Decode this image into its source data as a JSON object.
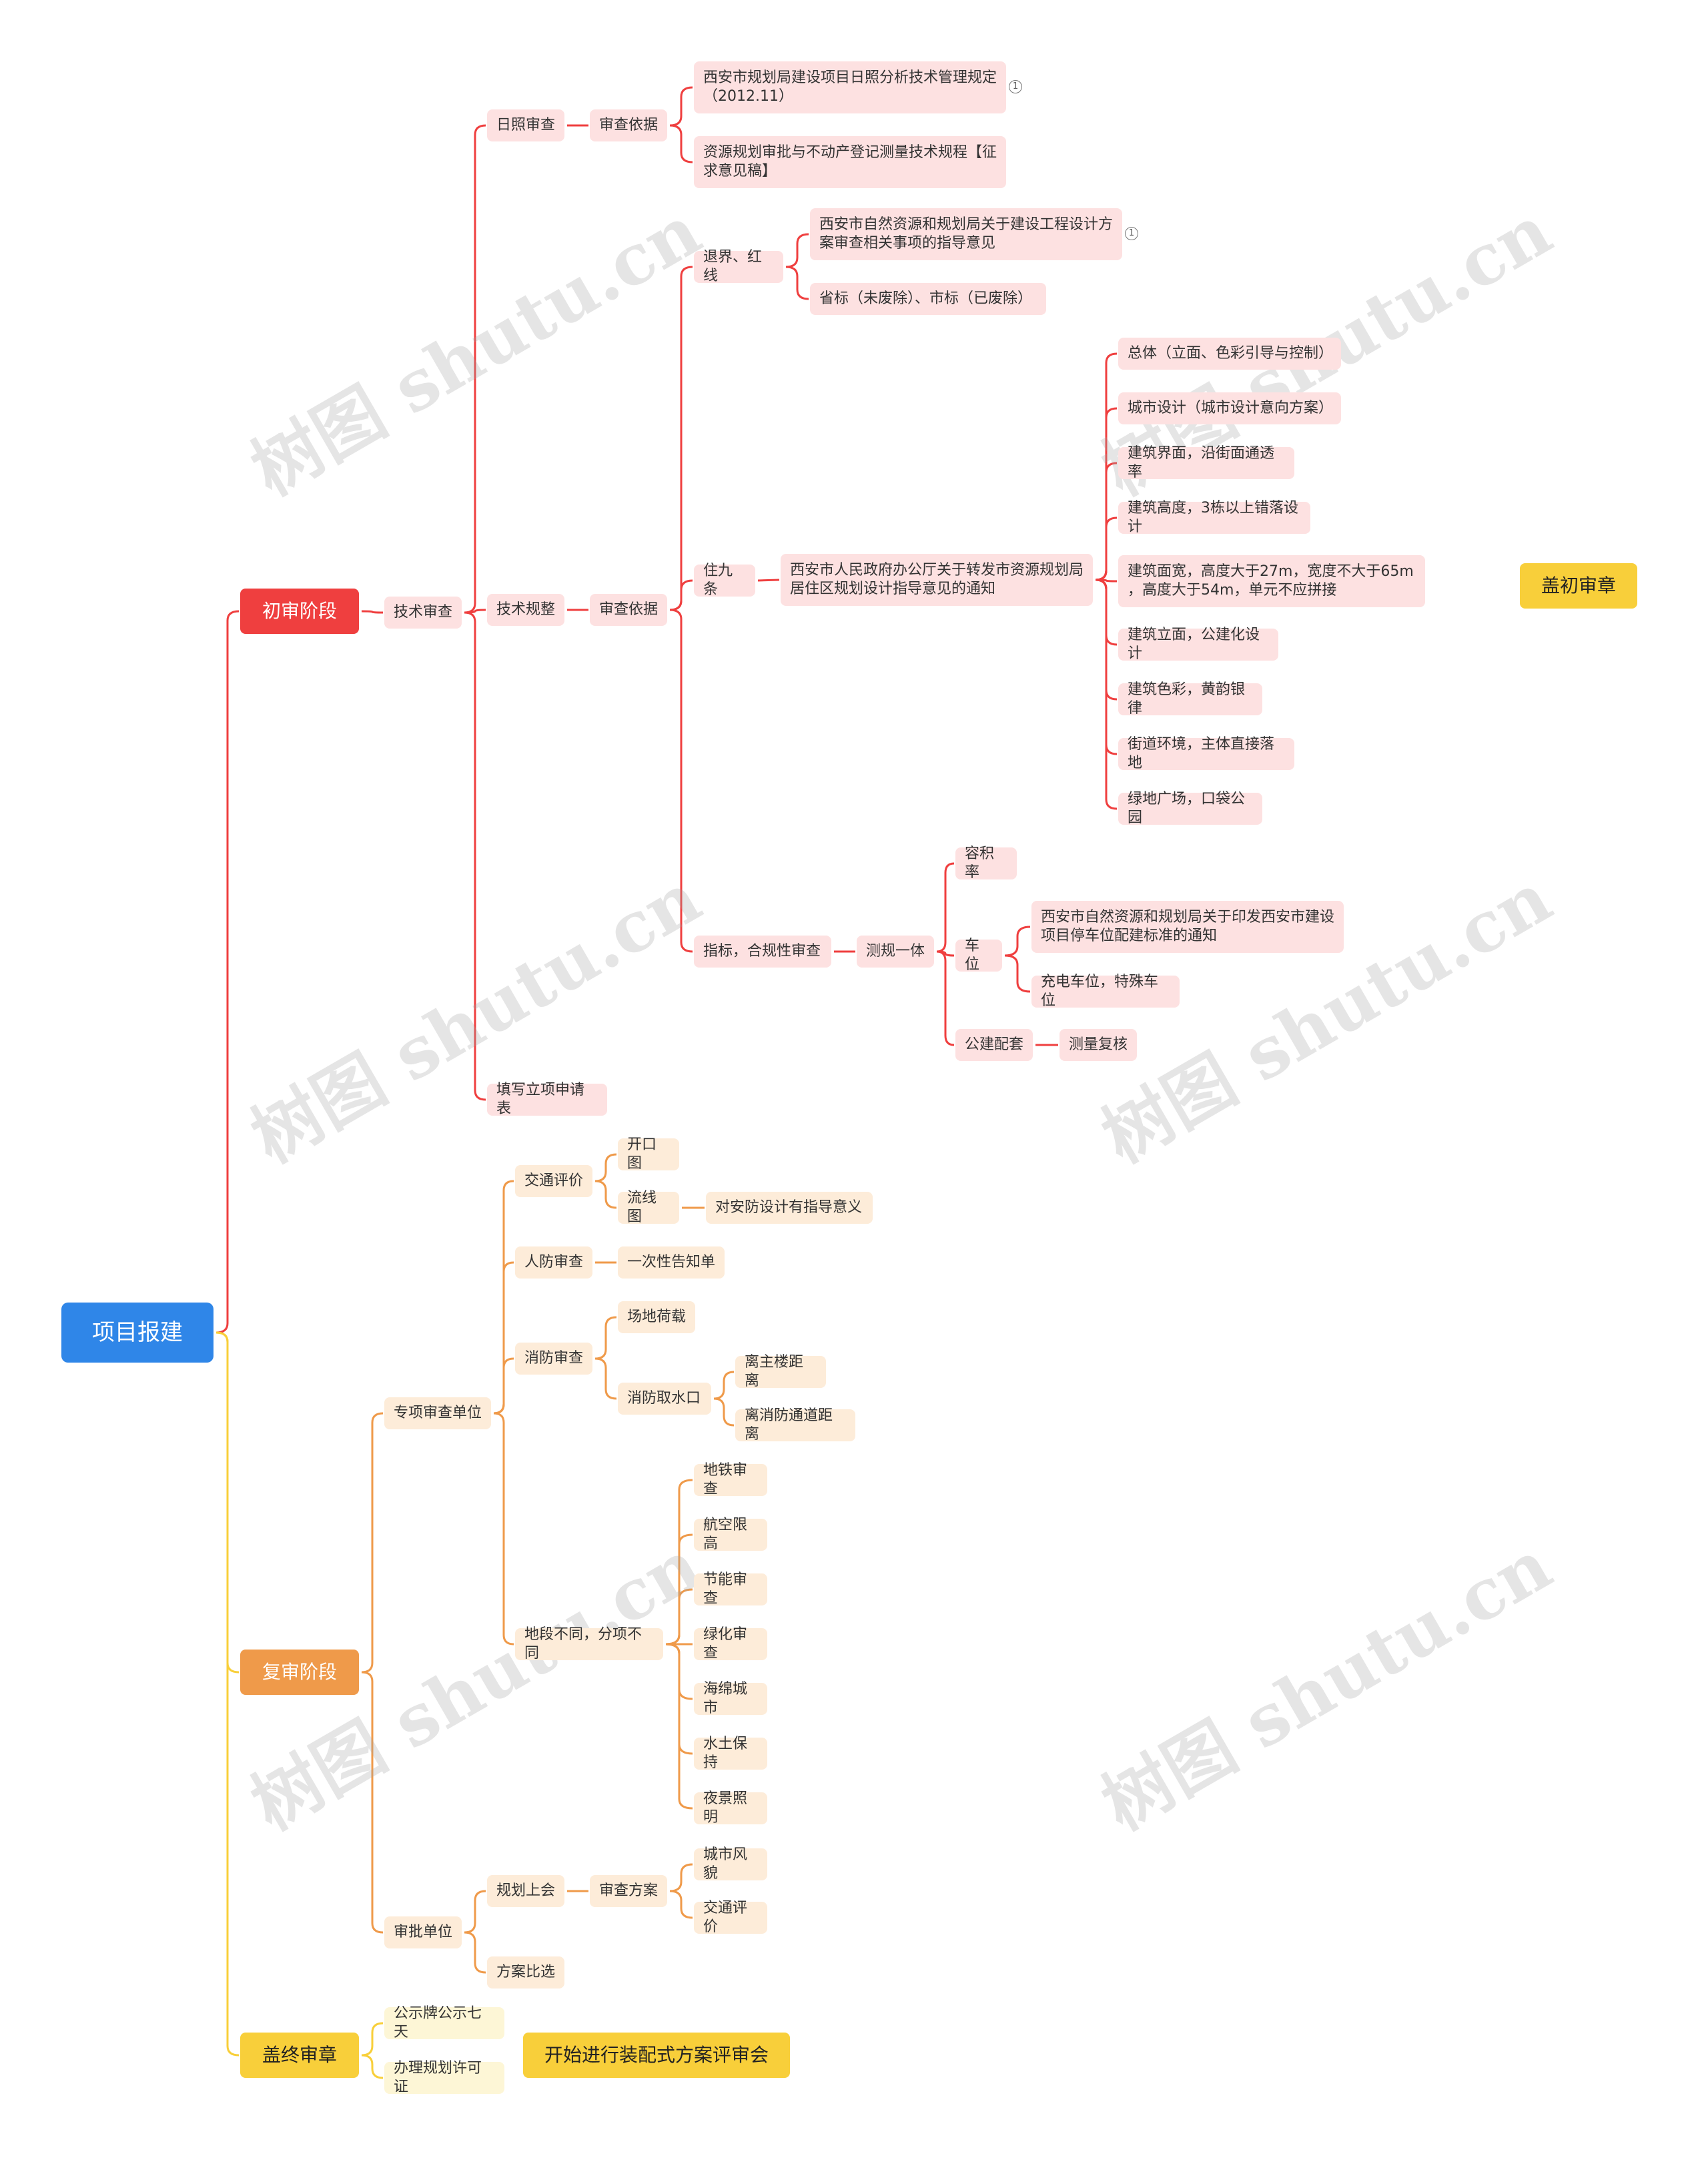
{
  "root": "项目报建",
  "sections": {
    "first": "初审阶段",
    "second": "复审阶段",
    "final": "盖终审章"
  },
  "first": {
    "tech_review": "技术审查",
    "sunlight": "日照审查",
    "sunlight_basis": "审查依据",
    "sunlight_doc1": "西安市规划局建设项目日照分析技术管理规定\n（2012.11）",
    "sunlight_doc2": "资源规划审批与不动产登记测量技术规程【征\n求意见稿】",
    "tech_plan": "技术规整",
    "plan_basis": "审查依据",
    "setback": "退界、红线",
    "setback_doc1": "西安市自然资源和规划局关于建设工程设计方\n案审查相关事项的指导意见",
    "setback_doc2": "省标（未废除）、市标（已废除）",
    "nine": "住九条",
    "nine_doc": "西安市人民政府办公厅关于转发市资源规划局\n居住区规划设计指导意见的通知",
    "nine_items": [
      "总体（立面、色彩引导与控制）",
      "城市设计（城市设计意向方案）",
      "建筑界面，沿街面通透率",
      "建筑高度，3栋以上错落设计",
      "建筑面宽，高度大于27m，宽度不大于65m\n，高度大于54m，单元不应拼接",
      "建筑立面，公建化设计",
      "建筑色彩，黄韵银律",
      "街道环境，主体直接落地",
      "绿地广场，口袋公园"
    ],
    "index": "指标，合规性审查",
    "survey": "测规一体",
    "far": "容积率",
    "parking": "车位",
    "parking_doc": "西安市自然资源和规划局关于印发西安市建设\n项目停车位配建标准的通知",
    "parking_ev": "充电车位，特殊车位",
    "public": "公建配套",
    "public_check": "测量复核",
    "apply_form": "填写立项申请表",
    "stamp": "盖初审章"
  },
  "second": {
    "special": "专项审查单位",
    "traffic": "交通评价",
    "opening": "开口图",
    "flow": "流线图",
    "flow_note": "对安防设计有指导意义",
    "civil": "人防审查",
    "civil_note": "一次性告知单",
    "fire": "消防审查",
    "fire_load": "场地荷载",
    "fire_water": "消防取水口",
    "fire_d1": "离主楼距离",
    "fire_d2": "离消防通道距离",
    "varies": "地段不同，分项不同",
    "varies_items": [
      "地铁审查",
      "航空限高",
      "节能审查",
      "绿化审查",
      "海绵城市",
      "水土保持",
      "夜景照明"
    ],
    "approval": "审批单位",
    "meeting": "规划上会",
    "review_plan": "审查方案",
    "plan_items": [
      "城市风貌",
      "交通评价"
    ],
    "compare": "方案比选"
  },
  "final": {
    "notice": "公示牌公示七天",
    "permit": "办理规划许可证",
    "start": "开始进行装配式方案评审会"
  },
  "watermark": "树图 shutu.cn",
  "colors": {
    "red": "#ef3f3f",
    "orange": "#ef9a4a",
    "yellow": "#f8cf3a",
    "blue": "#2f86e8"
  }
}
